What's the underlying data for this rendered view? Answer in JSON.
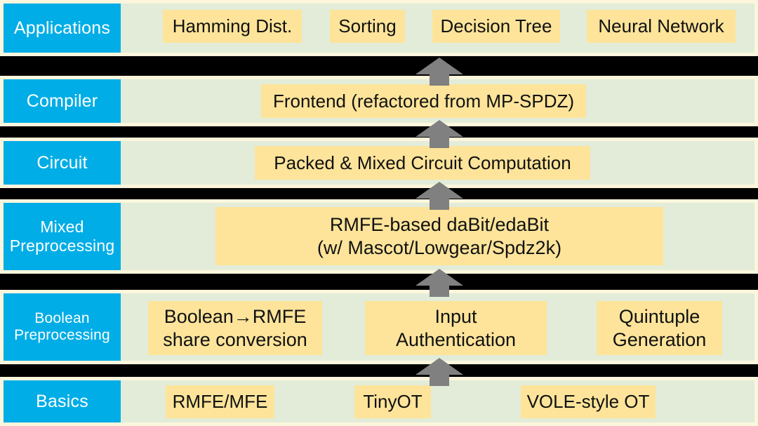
{
  "diagram": {
    "title": "Layered system architecture stack",
    "colors": {
      "category_blue": "#00ade6",
      "layer_green": "#e2ecd9",
      "layer_frame": "#fdf6dd",
      "component_yellow": "#fde49a",
      "separator_black": "#000000",
      "arrow_gray": "#808080",
      "category_text": "#ffffff",
      "component_text": "#111111"
    },
    "layers": [
      {
        "id": "applications",
        "category": "Applications",
        "components": [
          {
            "label": "Hamming Dist."
          },
          {
            "label": "Sorting"
          },
          {
            "label": "Decision Tree"
          },
          {
            "label": "Neural Network"
          }
        ]
      },
      {
        "id": "compiler",
        "category": "Compiler",
        "components": [
          {
            "label": "Frontend (refactored from MP-SPDZ)"
          }
        ]
      },
      {
        "id": "circuit",
        "category": "Circuit",
        "components": [
          {
            "label": "Packed & Mixed Circuit Computation"
          }
        ]
      },
      {
        "id": "mixed-preprocessing",
        "category": "Mixed Preprocessing",
        "category_line1": "Mixed",
        "category_line2": "Preprocessing",
        "components": [
          {
            "label": "RMFE-based daBit/edaBit (w/ Mascot/Lowgear/Spdz2k)",
            "line1": "RMFE-based daBit/edaBit",
            "line2": "(w/ Mascot/Lowgear/Spdz2k)"
          }
        ]
      },
      {
        "id": "boolean-preprocessing",
        "category": "Boolean Preprocessing",
        "category_line1": "Boolean",
        "category_line2": "Preprocessing",
        "components": [
          {
            "label": "Boolean→RMFE share conversion",
            "line1": "Boolean→RMFE",
            "line2": "share conversion"
          },
          {
            "label": "Input Authentication",
            "line1": "Input",
            "line2": "Authentication"
          },
          {
            "label": "Quintuple Generation",
            "line1": "Quintuple",
            "line2": "Generation"
          }
        ]
      },
      {
        "id": "basics",
        "category": "Basics",
        "components": [
          {
            "label": "RMFE/MFE"
          },
          {
            "label": "TinyOT"
          },
          {
            "label": "VOLE-style OT"
          }
        ]
      }
    ],
    "arrows": [
      {
        "id": "arrow-compiler-to-applications",
        "direction": "up"
      },
      {
        "id": "arrow-circuit-to-compiler",
        "direction": "up"
      },
      {
        "id": "arrow-mixed-to-circuit",
        "direction": "up"
      },
      {
        "id": "arrow-boolean-to-mixed",
        "direction": "up"
      },
      {
        "id": "arrow-basics-to-boolean",
        "direction": "up"
      }
    ]
  }
}
